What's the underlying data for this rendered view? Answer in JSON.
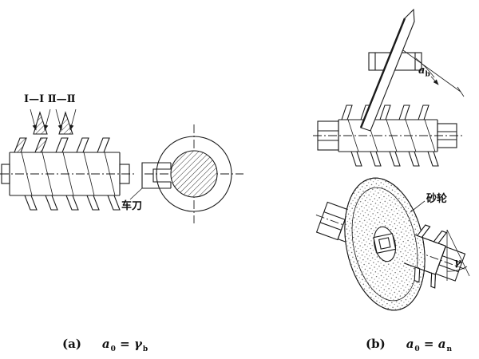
{
  "panel_a": {
    "section_labels": "Ⅰ—Ⅰ Ⅱ—Ⅱ",
    "tool_label": "车刀",
    "caption": {
      "tag": "(a)",
      "f_lhs": "a",
      "f_lhs_sub": "0",
      "f_eq": "=",
      "f_rhs": "γ",
      "f_rhs_sub": "b"
    }
  },
  "panel_b": {
    "blade_angle": {
      "base": "a",
      "sub": "b"
    },
    "wheel_label": "砂轮",
    "setting_angle": "γ",
    "caption": {
      "tag": "(b)",
      "f_lhs": "a",
      "f_lhs_sub": "0",
      "f_eq": "=",
      "f_rhs": "a",
      "f_rhs_sub": "n"
    }
  },
  "colors": {
    "ink": "#1a1a1a",
    "paper": "#ffffff"
  }
}
